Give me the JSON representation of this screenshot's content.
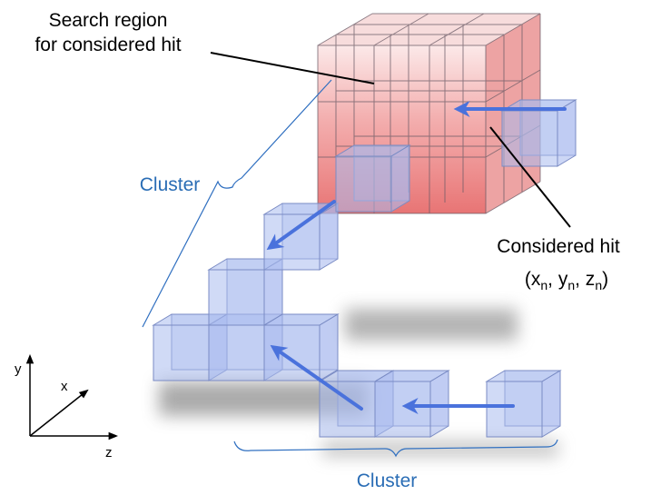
{
  "labels": {
    "search_region_line1": "Search region",
    "search_region_line2": "for considered hit",
    "cluster_upper": "Cluster",
    "cluster_lower": "Cluster",
    "considered_hit": "Considered hit",
    "coords": {
      "open": "(x",
      "sub_n1": "n",
      "mid1": ", y",
      "sub_n2": "n",
      "mid2": ", z",
      "sub_n3": "n",
      "close": ")"
    }
  },
  "axes": {
    "y": "y",
    "x": "x",
    "z": "z"
  },
  "colors": {
    "cube_fill": "#aabbee",
    "cube_stroke": "#7a8bc4",
    "search_fill": "#e96a6a",
    "arrow": "#4a72dc",
    "cluster_text": "#2a6db5",
    "text": "#000000"
  }
}
